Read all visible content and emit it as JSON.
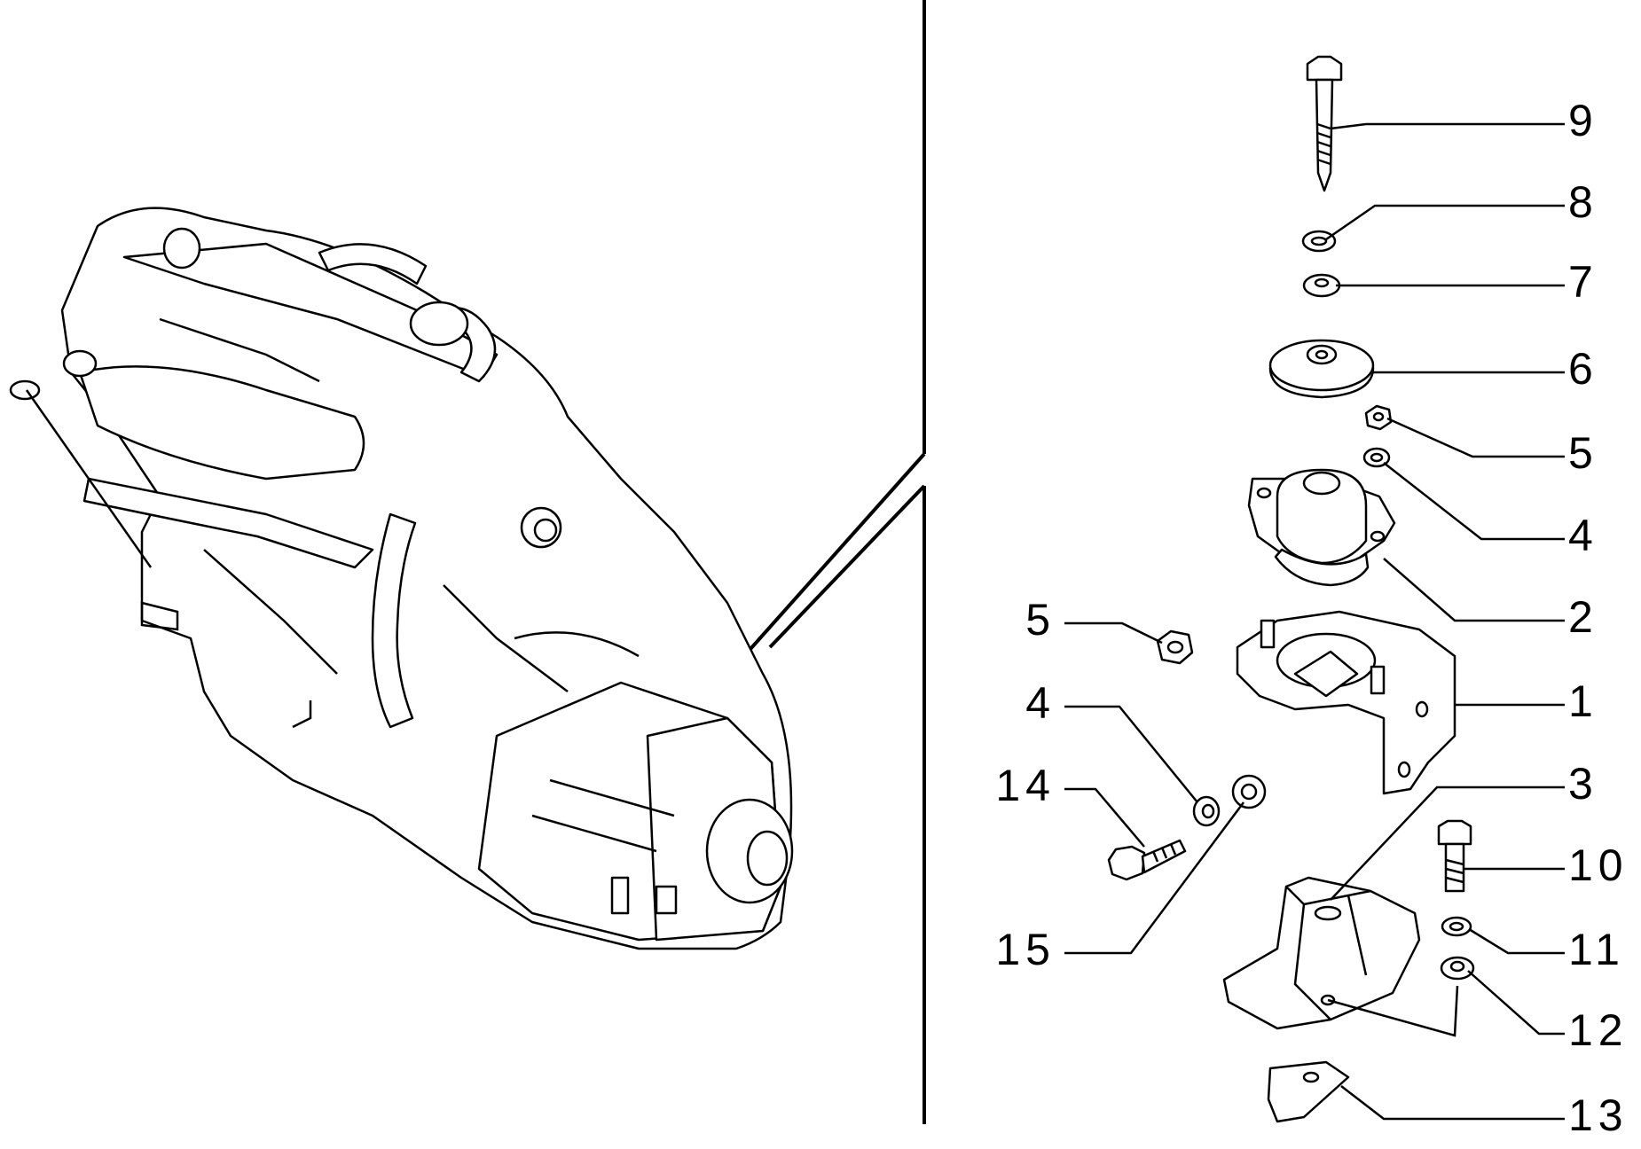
{
  "callouts": [
    {
      "id": "c9",
      "text": "9"
    },
    {
      "id": "c8",
      "text": "8"
    },
    {
      "id": "c7",
      "text": "7"
    },
    {
      "id": "c6",
      "text": "6"
    },
    {
      "id": "c5r",
      "text": "5"
    },
    {
      "id": "c4r",
      "text": "4"
    },
    {
      "id": "c2",
      "text": "2"
    },
    {
      "id": "c1",
      "text": "1"
    },
    {
      "id": "c3",
      "text": "3"
    },
    {
      "id": "c10",
      "text": "10"
    },
    {
      "id": "c11",
      "text": "11"
    },
    {
      "id": "c12",
      "text": "12"
    },
    {
      "id": "c13",
      "text": "13"
    },
    {
      "id": "c5l",
      "text": "5"
    },
    {
      "id": "c4l",
      "text": "4"
    },
    {
      "id": "c14",
      "text": "14"
    },
    {
      "id": "c15",
      "text": "15"
    }
  ]
}
